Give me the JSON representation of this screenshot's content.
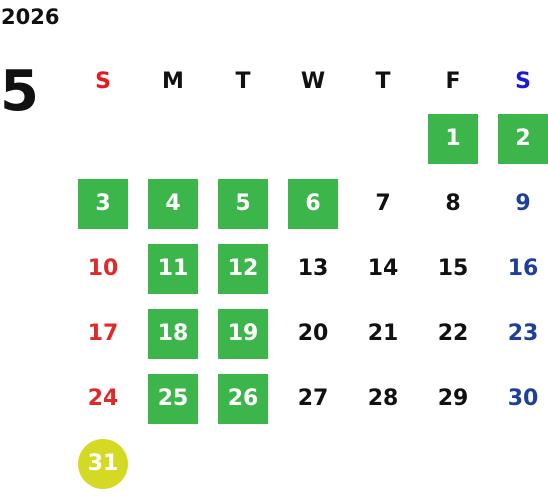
{
  "calendar": {
    "year": "2026",
    "month": "5",
    "weekdays": [
      "S",
      "M",
      "T",
      "W",
      "T",
      "F",
      "S"
    ],
    "leading_blanks": 5,
    "days": [
      {
        "label": "1",
        "weekday": 5,
        "style": "holiday"
      },
      {
        "label": "2",
        "weekday": 6,
        "style": "holiday"
      },
      {
        "label": "3",
        "weekday": 0,
        "style": "holiday"
      },
      {
        "label": "4",
        "weekday": 1,
        "style": "holiday"
      },
      {
        "label": "5",
        "weekday": 2,
        "style": "holiday"
      },
      {
        "label": "6",
        "weekday": 3,
        "style": "holiday"
      },
      {
        "label": "7",
        "weekday": 4,
        "style": "normal"
      },
      {
        "label": "8",
        "weekday": 5,
        "style": "normal"
      },
      {
        "label": "9",
        "weekday": 6,
        "style": "normal"
      },
      {
        "label": "10",
        "weekday": 0,
        "style": "normal"
      },
      {
        "label": "11",
        "weekday": 1,
        "style": "holiday"
      },
      {
        "label": "12",
        "weekday": 2,
        "style": "holiday"
      },
      {
        "label": "13",
        "weekday": 3,
        "style": "normal"
      },
      {
        "label": "14",
        "weekday": 4,
        "style": "normal"
      },
      {
        "label": "15",
        "weekday": 5,
        "style": "normal"
      },
      {
        "label": "16",
        "weekday": 6,
        "style": "normal"
      },
      {
        "label": "17",
        "weekday": 0,
        "style": "normal"
      },
      {
        "label": "18",
        "weekday": 1,
        "style": "holiday"
      },
      {
        "label": "19",
        "weekday": 2,
        "style": "holiday"
      },
      {
        "label": "20",
        "weekday": 3,
        "style": "normal"
      },
      {
        "label": "21",
        "weekday": 4,
        "style": "normal"
      },
      {
        "label": "22",
        "weekday": 5,
        "style": "normal"
      },
      {
        "label": "23",
        "weekday": 6,
        "style": "normal"
      },
      {
        "label": "24",
        "weekday": 0,
        "style": "normal"
      },
      {
        "label": "25",
        "weekday": 1,
        "style": "holiday"
      },
      {
        "label": "26",
        "weekday": 2,
        "style": "holiday"
      },
      {
        "label": "27",
        "weekday": 3,
        "style": "normal"
      },
      {
        "label": "28",
        "weekday": 4,
        "style": "normal"
      },
      {
        "label": "29",
        "weekday": 5,
        "style": "normal"
      },
      {
        "label": "30",
        "weekday": 6,
        "style": "normal"
      },
      {
        "label": "31",
        "weekday": 0,
        "style": "today"
      }
    ]
  },
  "colors": {
    "holiday_bg": "#3cb54a",
    "today_bg": "#d4d923",
    "sunday_header": "#e8191d",
    "saturday_header": "#1a1ad6",
    "sunday_date": "#e02a2a",
    "saturday_date": "#1e3f9a",
    "text": "#111111"
  }
}
